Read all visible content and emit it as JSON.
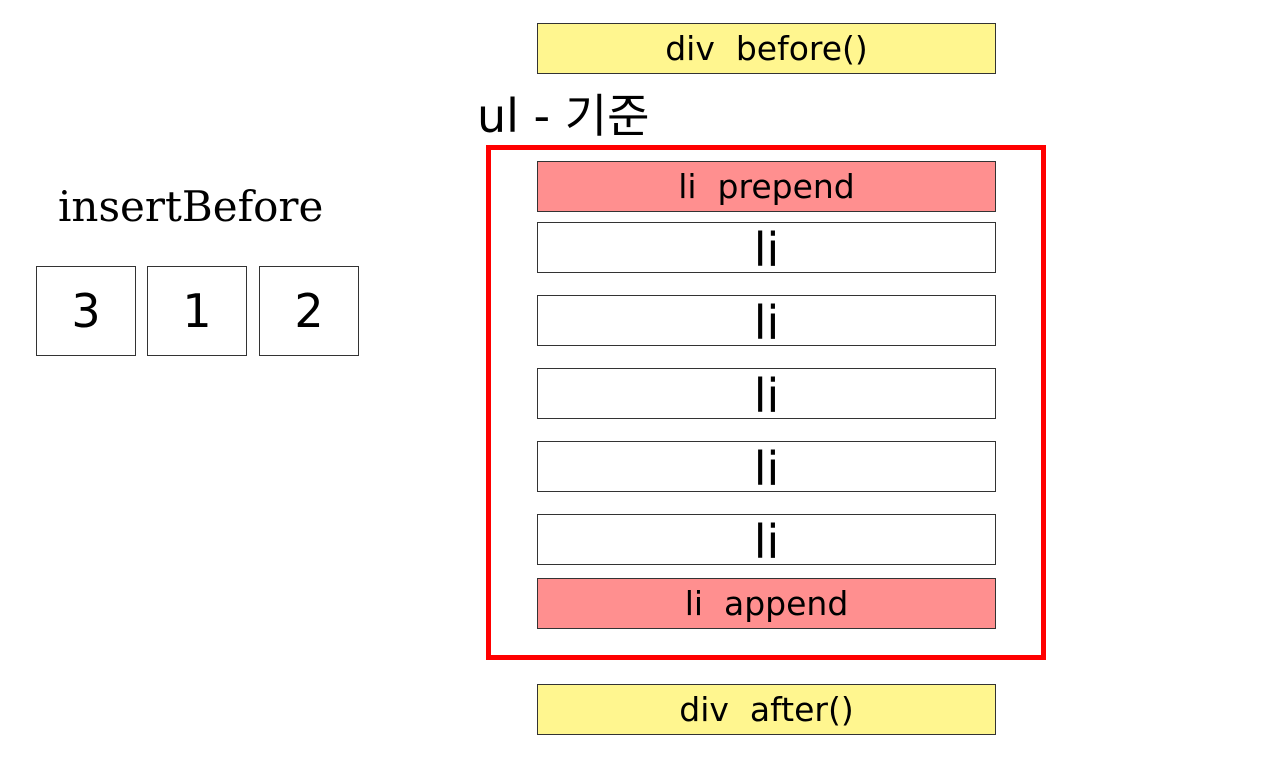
{
  "ul_title": "ul - 기준",
  "div_before": "div  before()",
  "div_after": "div  after()",
  "li_prepend": "li  prepend",
  "li_append": "li  append",
  "li_items": [
    "li",
    "li",
    "li",
    "li",
    "li"
  ],
  "insert_before": {
    "title": "insertBefore",
    "boxes": [
      "3",
      "1",
      "2"
    ]
  },
  "colors": {
    "yellow": "#fff68f",
    "red_fill": "#ff8f8f",
    "frame": "#ff0000"
  }
}
